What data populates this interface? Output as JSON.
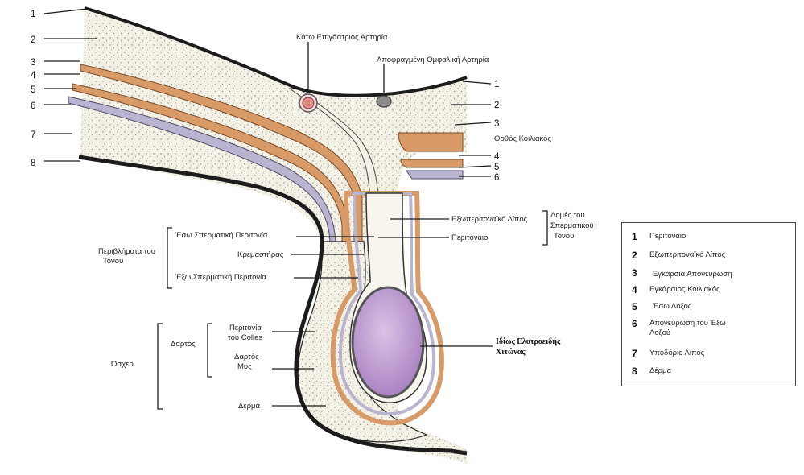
{
  "colors": {
    "fat": "#f1ede2",
    "muscle": "#d89a66",
    "membrane": "#b9b4cf",
    "skin": "#1c1c1c",
    "tunica": "#c8a7d6",
    "artery": "#e08a8a"
  },
  "left_numbers": [
    "1",
    "2",
    "3",
    "4",
    "5",
    "6",
    "7",
    "8"
  ],
  "right_numbers": [
    "1",
    "2",
    "3",
    "4",
    "5",
    "6"
  ],
  "labels": {
    "inferior_epigastric": "Κάτω Επιγάστριος Αρτηρία",
    "obliterated_umbilical": "Αποφραγμένη Ομφαλική Αρτηρία",
    "rectus": "Ορθός Κοιλιακός",
    "extraperitoneal_fat": "Εξωπεριτοναϊκό Λίπος",
    "peritoneum": "Περιτόναιο",
    "cord_structures_1": "Δομές του",
    "cord_structures_2": "Σπερματικού",
    "cord_structures_3": "Τόνου",
    "internal_spermatic": "Έσω Σπερματική Περιτονία",
    "cremaster": "Κρεμαστήρας",
    "external_spermatic": "Έξω Σπερματική Περιτονία",
    "coverings_1": "Περιβλήματα του",
    "coverings_2": "Τόνου",
    "dartos": "Δαρτός",
    "colles_1": "Περιτονία",
    "colles_2": "του Colles",
    "dartos_muscle_1": "Δαρτός",
    "dartos_muscle_2": "Μυς",
    "scrotum": "Όσχεο",
    "skin": "Δέρμα",
    "tunica_vaginalis_1": "Ιδίως Ελυτροειδής",
    "tunica_vaginalis_2": "Χιτώνας"
  },
  "legend": [
    {
      "num": "1",
      "text": "Περιτόναιο"
    },
    {
      "num": "2",
      "text": "Εξωπεριτοναϊκό Λίπος"
    },
    {
      "num": "3",
      "text": "Εγκάρσια Απονεύρωση"
    },
    {
      "num": "4",
      "text": "Εγκάρσιος Κοιλιακός"
    },
    {
      "num": "5",
      "text": "Έσω Λοξός"
    },
    {
      "num": "6",
      "text": "Απονεύρωση του Έξω Λοξού"
    },
    {
      "num": "7",
      "text": "Υποδόριο Λίπος"
    },
    {
      "num": "8",
      "text": "Δέρμα"
    }
  ]
}
